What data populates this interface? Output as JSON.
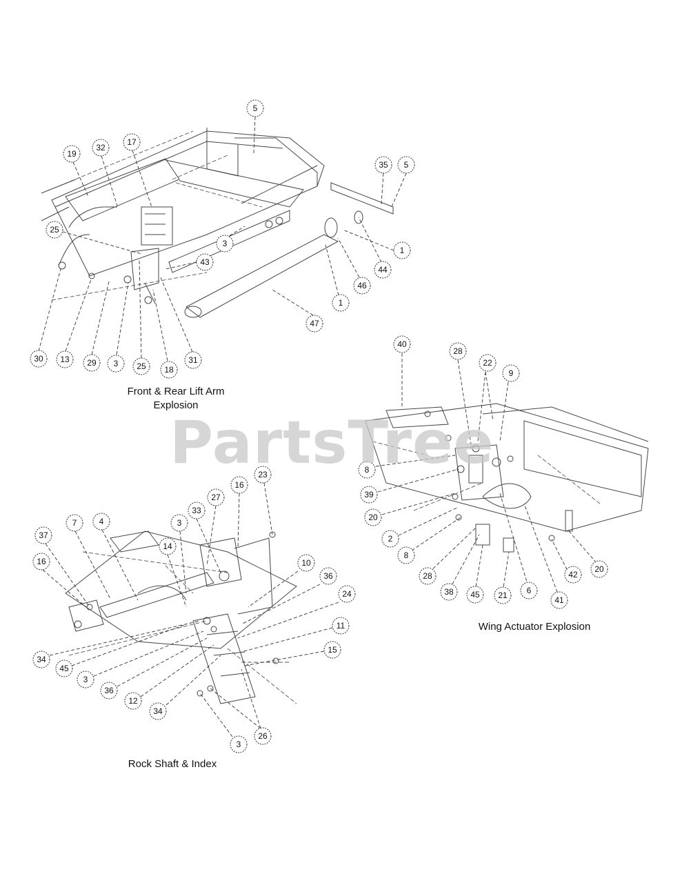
{
  "watermark": "PartsTree",
  "captions": {
    "lift_arm": "Front & Rear Lift Arm\nExplosion",
    "rock_shaft": "Rock Shaft & Index",
    "wing_actuator": "Wing Actuator Explosion"
  },
  "callouts": {
    "lift_arm": [
      "5",
      "19",
      "32",
      "17",
      "35",
      "5",
      "25",
      "3",
      "1",
      "43",
      "44",
      "46",
      "1",
      "47",
      "30",
      "13",
      "29",
      "3",
      "25",
      "18",
      "31"
    ],
    "rock_shaft": [
      "23",
      "16",
      "27",
      "33",
      "7",
      "4",
      "3",
      "37",
      "14",
      "16",
      "10",
      "36",
      "24",
      "11",
      "15",
      "34",
      "45",
      "3",
      "36",
      "12",
      "34",
      "3",
      "26"
    ],
    "wing_actuator": [
      "40",
      "28",
      "22",
      "9",
      "8",
      "39",
      "20",
      "2",
      "8",
      "28",
      "38",
      "45",
      "21",
      "6",
      "41",
      "42",
      "20"
    ]
  }
}
